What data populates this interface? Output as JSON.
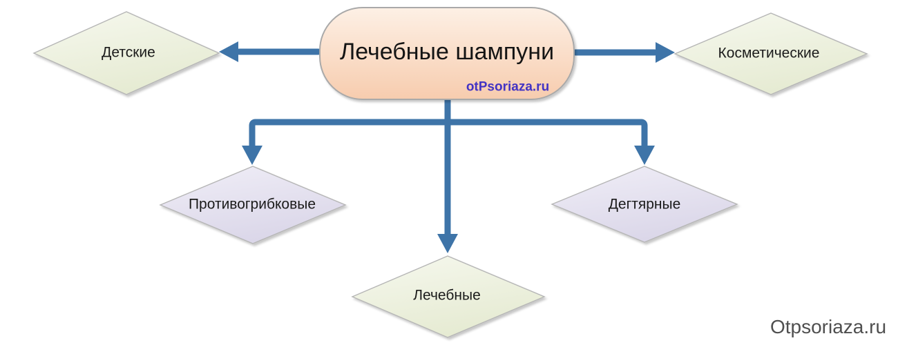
{
  "diagram": {
    "title": "Лечебные шампуни",
    "root": {
      "id": "root",
      "label": "Лечебные шампуни",
      "shape": "rounded-pill"
    },
    "nodes": [
      {
        "id": "detskie",
        "label": "Детские",
        "shape": "diamond",
        "variant": "green"
      },
      {
        "id": "kosmeticheskie",
        "label": "Косметические",
        "shape": "diamond",
        "variant": "green"
      },
      {
        "id": "protivogribkovye",
        "label": "Противогрибковые",
        "shape": "diamond",
        "variant": "purple"
      },
      {
        "id": "degtyarnye",
        "label": "Дегтярные",
        "shape": "diamond",
        "variant": "purple"
      },
      {
        "id": "lechebnye",
        "label": "Лечебные",
        "shape": "diamond",
        "variant": "green"
      }
    ],
    "edges": [
      {
        "from": "root",
        "to": "detskie",
        "direction": "left"
      },
      {
        "from": "root",
        "to": "kosmeticheskie",
        "direction": "right"
      },
      {
        "from": "root",
        "to": "protivogribkovye",
        "direction": "down"
      },
      {
        "from": "root",
        "to": "degtyarnye",
        "direction": "down"
      },
      {
        "from": "root",
        "to": "lechebnye",
        "direction": "down"
      }
    ],
    "watermarks": {
      "inner": "otPsoriaza.ru",
      "corner": "Otpsoriaza.ru"
    },
    "colors": {
      "arrow_blue": "#3e74a8",
      "pill_fill_top": "#fdeee2",
      "pill_fill_bottom": "#f7ccae",
      "pill_border": "#a9a9a9",
      "green_fill_top": "#f5f7ec",
      "green_fill_bottom": "#e6ebd3",
      "purple_fill_top": "#efedf6",
      "purple_fill_bottom": "#dbd7e9",
      "diamond_border": "#b5b5b5",
      "watermark_inner_color": "#4334c4",
      "watermark_corner_color": "#4f4f4f"
    }
  }
}
